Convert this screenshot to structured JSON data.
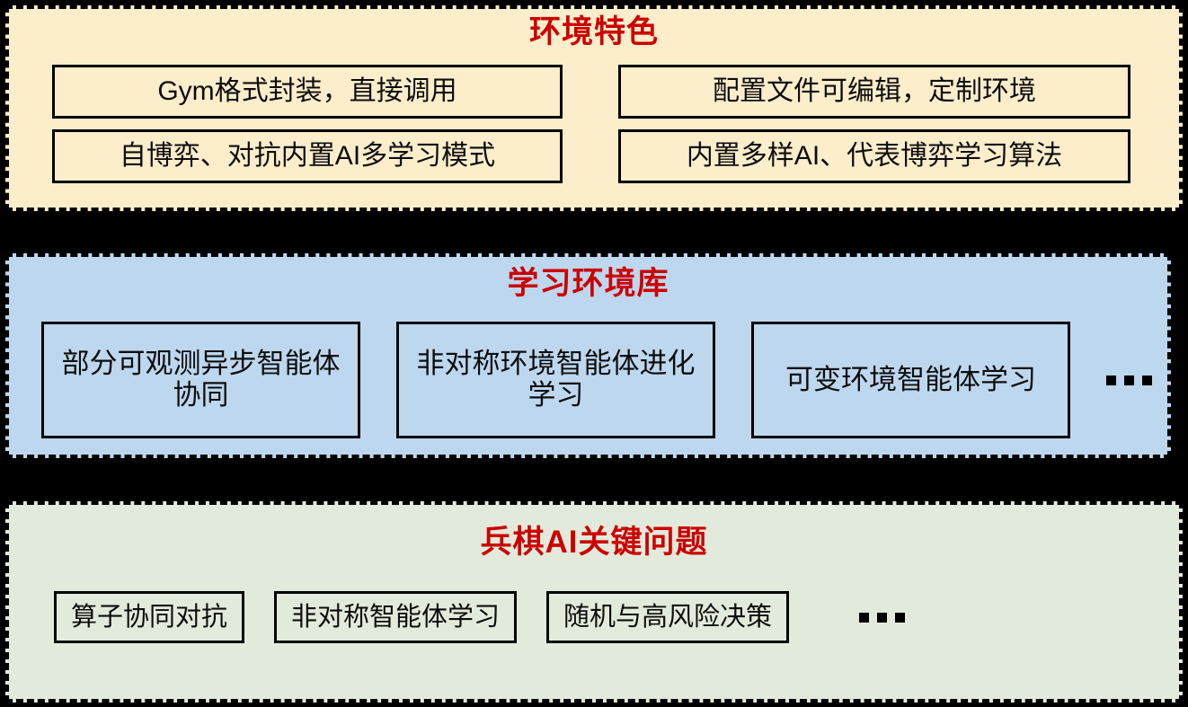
{
  "sections": [
    {
      "id": "features",
      "title": "环境特色",
      "background": "#FCEDCB",
      "title_color": "#CC0000",
      "items": [
        "Gym格式封装，直接调用",
        "配置文件可编辑，定制环境",
        "自博弈、对抗内置AI多学习模式",
        "内置多样AI、代表博弈学习算法"
      ]
    },
    {
      "id": "envlib",
      "title": "学习环境库",
      "background": "#BDD7EE",
      "title_color": "#CC0000",
      "items": [
        "部分可观测异步智能体协同",
        "非对称环境智能体进化学习",
        "可变环境智能体学习"
      ],
      "more": "…"
    },
    {
      "id": "issues",
      "title": "兵棋AI关键问题",
      "background": "#E2EBDB",
      "title_color": "#CC0000",
      "items": [
        "算子协同对抗",
        "非对称智能体学习",
        "随机与高风险决策"
      ],
      "more": "…"
    }
  ]
}
